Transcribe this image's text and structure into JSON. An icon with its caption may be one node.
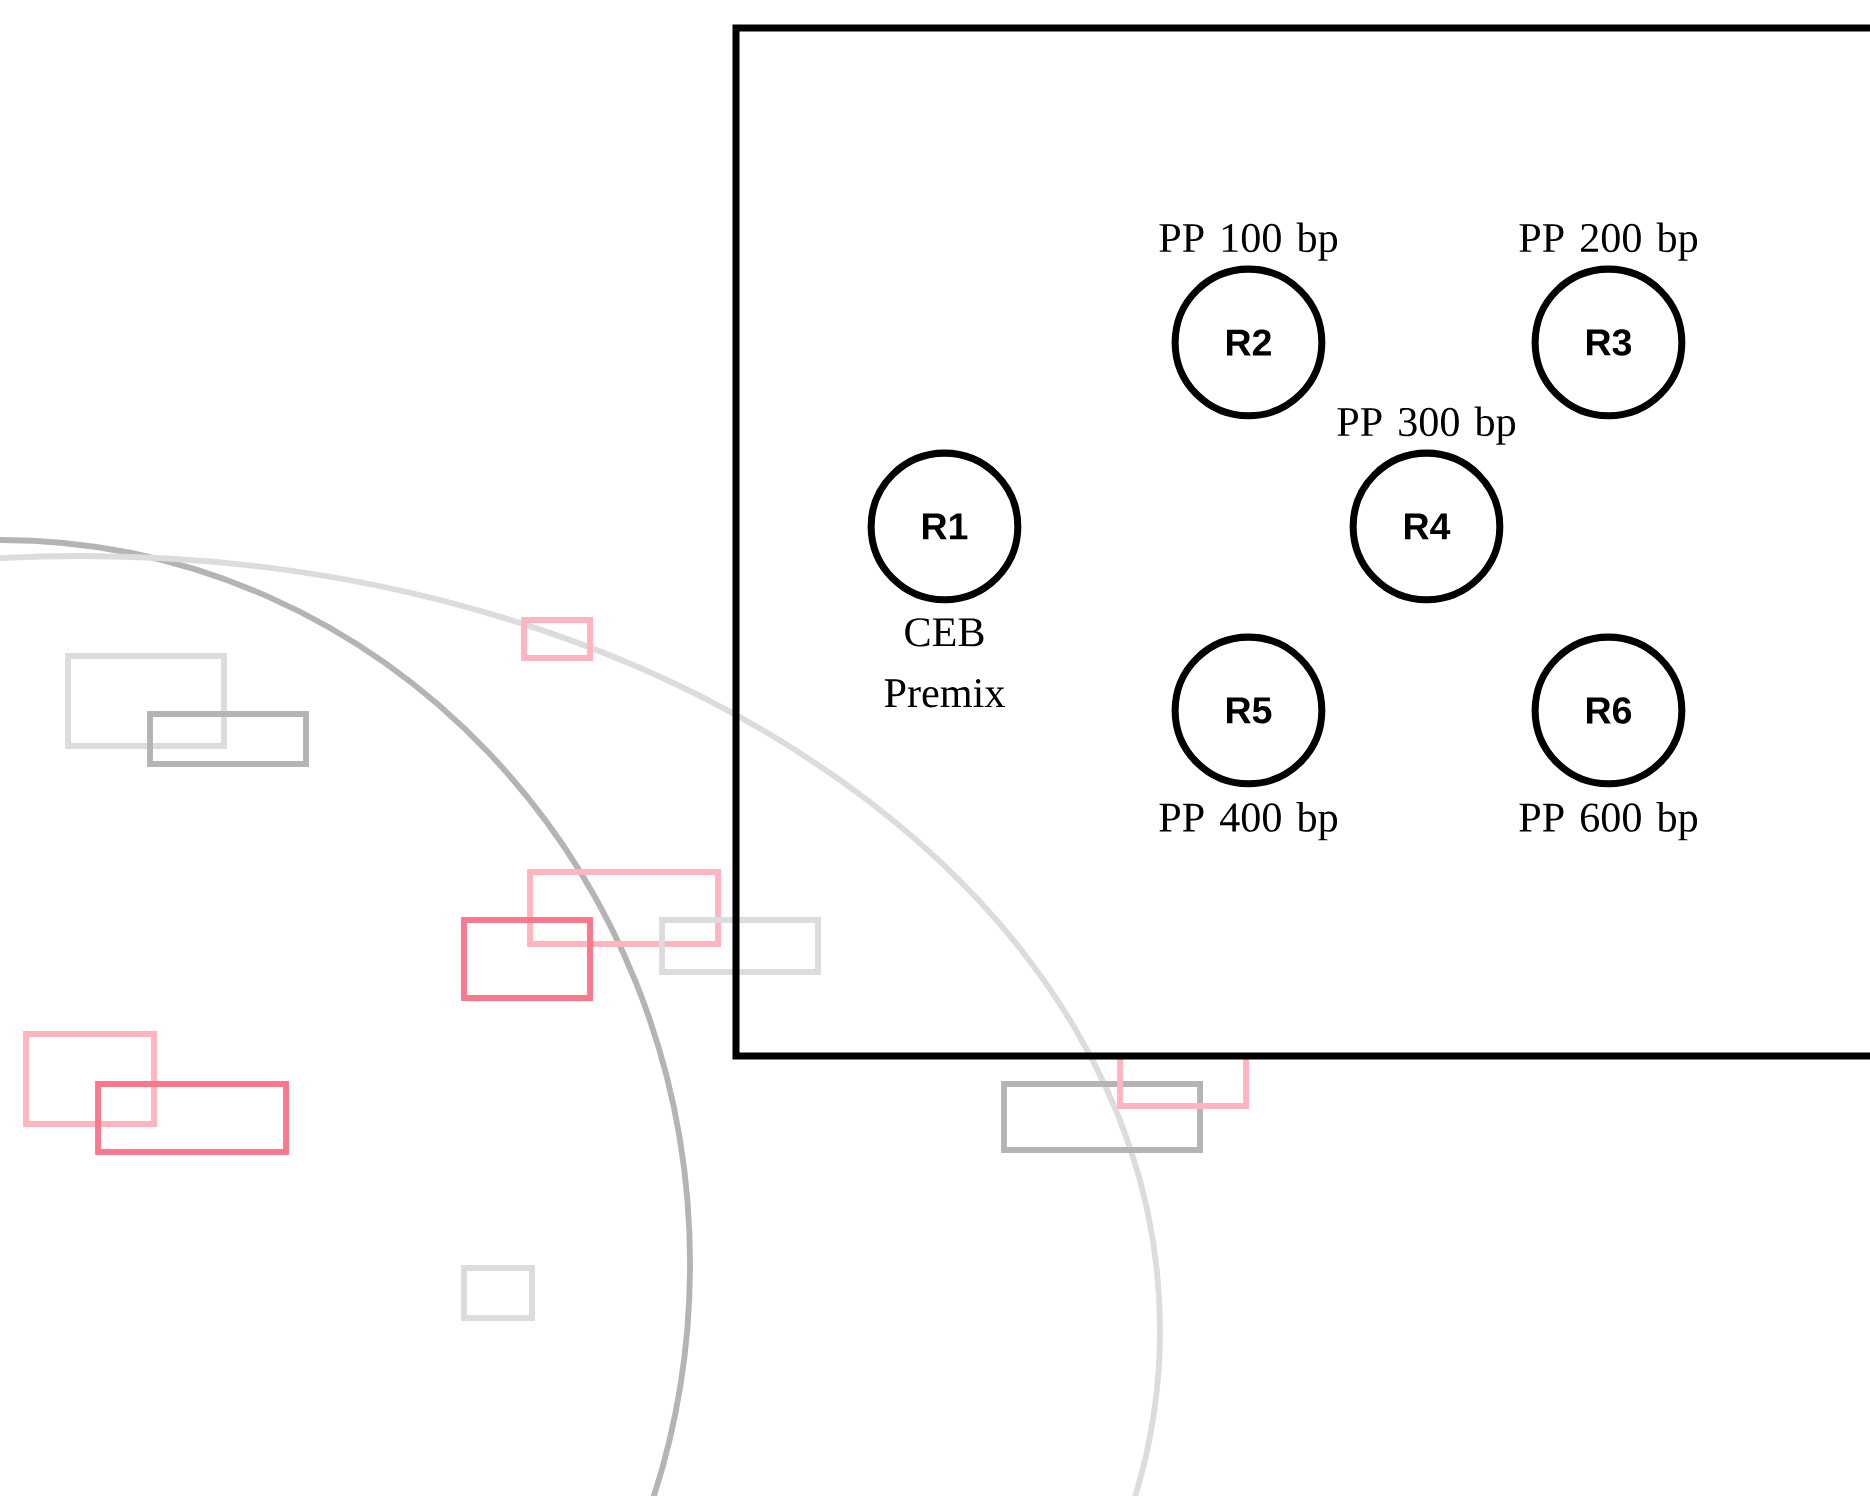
{
  "diagram": {
    "nodes": [
      {
        "text": [],
        "shape": "box"
      },
      {
        "text": [
          "R1"
        ],
        "in": 0,
        "beside": [
          "CEB Premix"
        ]
      },
      {
        "text": [
          "R2"
        ],
        "in": 0,
        "beside": [
          "PP 100 bp"
        ]
      },
      {
        "text": [
          "R3"
        ],
        "in": 0,
        "beside": [
          "PP 200 bp"
        ]
      },
      {
        "text": [
          "R4"
        ],
        "in": 0,
        "beside": [
          "PP 300 bp"
        ]
      },
      {
        "text": [
          "R5"
        ],
        "in": 0,
        "beside": [
          "PP 400 bp"
        ]
      },
      {
        "text": [
          "R6"
        ],
        "in": 0,
        "beside": [
          "PP 600 bp"
        ]
      }
    ]
  }
}
